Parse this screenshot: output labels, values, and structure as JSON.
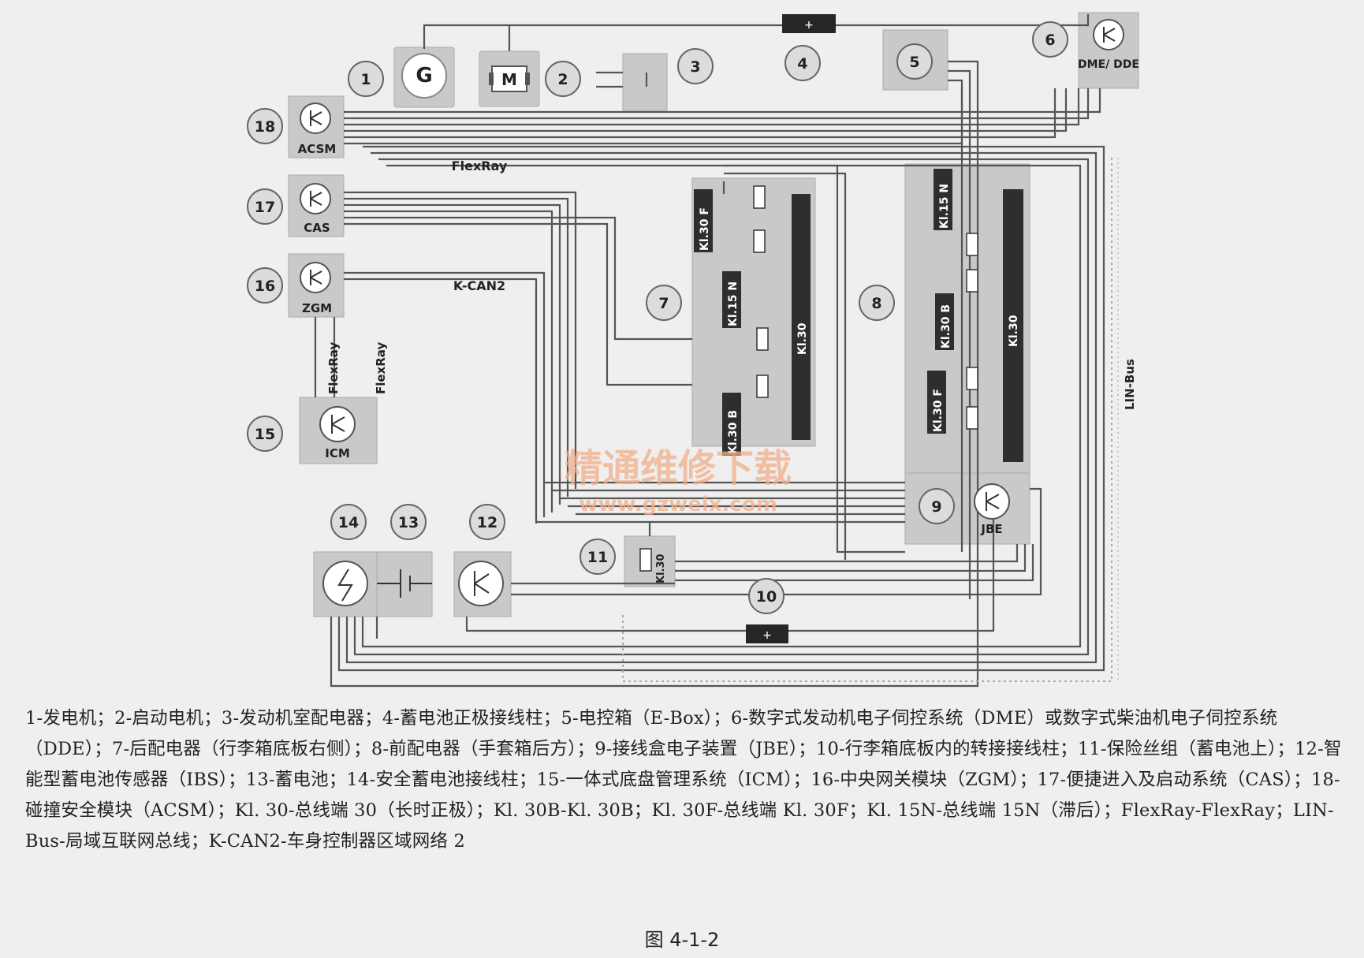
{
  "components": [
    {
      "num": "1",
      "label": ""
    },
    {
      "num": "2",
      "label": ""
    },
    {
      "num": "3",
      "label": ""
    },
    {
      "num": "4",
      "label": ""
    },
    {
      "num": "5",
      "label": ""
    },
    {
      "num": "6",
      "label": "DME/ DDE"
    },
    {
      "num": "7",
      "label": ""
    },
    {
      "num": "8",
      "label": ""
    },
    {
      "num": "9",
      "label": "JBE"
    },
    {
      "num": "10",
      "label": ""
    },
    {
      "num": "11",
      "label": ""
    },
    {
      "num": "12",
      "label": ""
    },
    {
      "num": "13",
      "label": ""
    },
    {
      "num": "14",
      "label": ""
    },
    {
      "num": "15",
      "label": "ICM"
    },
    {
      "num": "16",
      "label": "ZGM"
    },
    {
      "num": "17",
      "label": "CAS"
    },
    {
      "num": "18",
      "label": "ACSM"
    }
  ],
  "symbols": {
    "generator": "G",
    "starter": "M",
    "fuse_plus": "+"
  },
  "bus_labels": {
    "flexray": "FlexRay",
    "kcan2": "K-CAN2",
    "linbus": "LIN-Bus"
  },
  "terminal_labels": {
    "t7_30f": "Kl.30 F",
    "t7_15n": "Kl.15 N",
    "t7_30b": "Kl.30 B",
    "t7_30": "Kl.30",
    "t8_15n": "Kl.15 N",
    "t8_30b": "Kl.30 B",
    "t8_30f": "Kl.30 F",
    "t8_30": "Kl.30",
    "t11_30": "Kl.30"
  },
  "watermark": {
    "text": "精通维修下载",
    "url": "www.gzweix.com"
  },
  "caption": "1-发电机；2-启动电机；3-发动机室配电器；4-蓄电池正极接线柱；5-电控箱（E-Box）；6-数字式发动机电子伺控系统（DME）或数字式柴油机电子伺控系统（DDE）；7-后配电器（行李箱底板右侧）；8-前配电器（手套箱后方）；9-接线盒电子装置（JBE）；10-行李箱底板内的转接接线柱；11-保险丝组（蓄电池上）；12-智能型蓄电池传感器（IBS）；13-蓄电池；14-安全蓄电池接线柱；15-一体式底盘管理系统（ICM）；16-中央网关模块（ZGM）；17-便捷进入及启动系统（CAS）；18-碰撞安全模块（ACSM）；Kl. 30-总线端 30（长时正极）；Kl. 30B-Kl. 30B；Kl. 30F-总线端 Kl. 30F；Kl. 15N-总线端 15N（滞后）；FlexRay-FlexRay；LIN-Bus-局域互联网总线；K-CAN2-车身控制器区域网络 2",
  "figure_title": "图 4-1-2",
  "colors": {
    "box": "#c9c9c9",
    "terminal": "#2e2e2e",
    "wire": "#555555",
    "watermark": "#f1b08a"
  }
}
